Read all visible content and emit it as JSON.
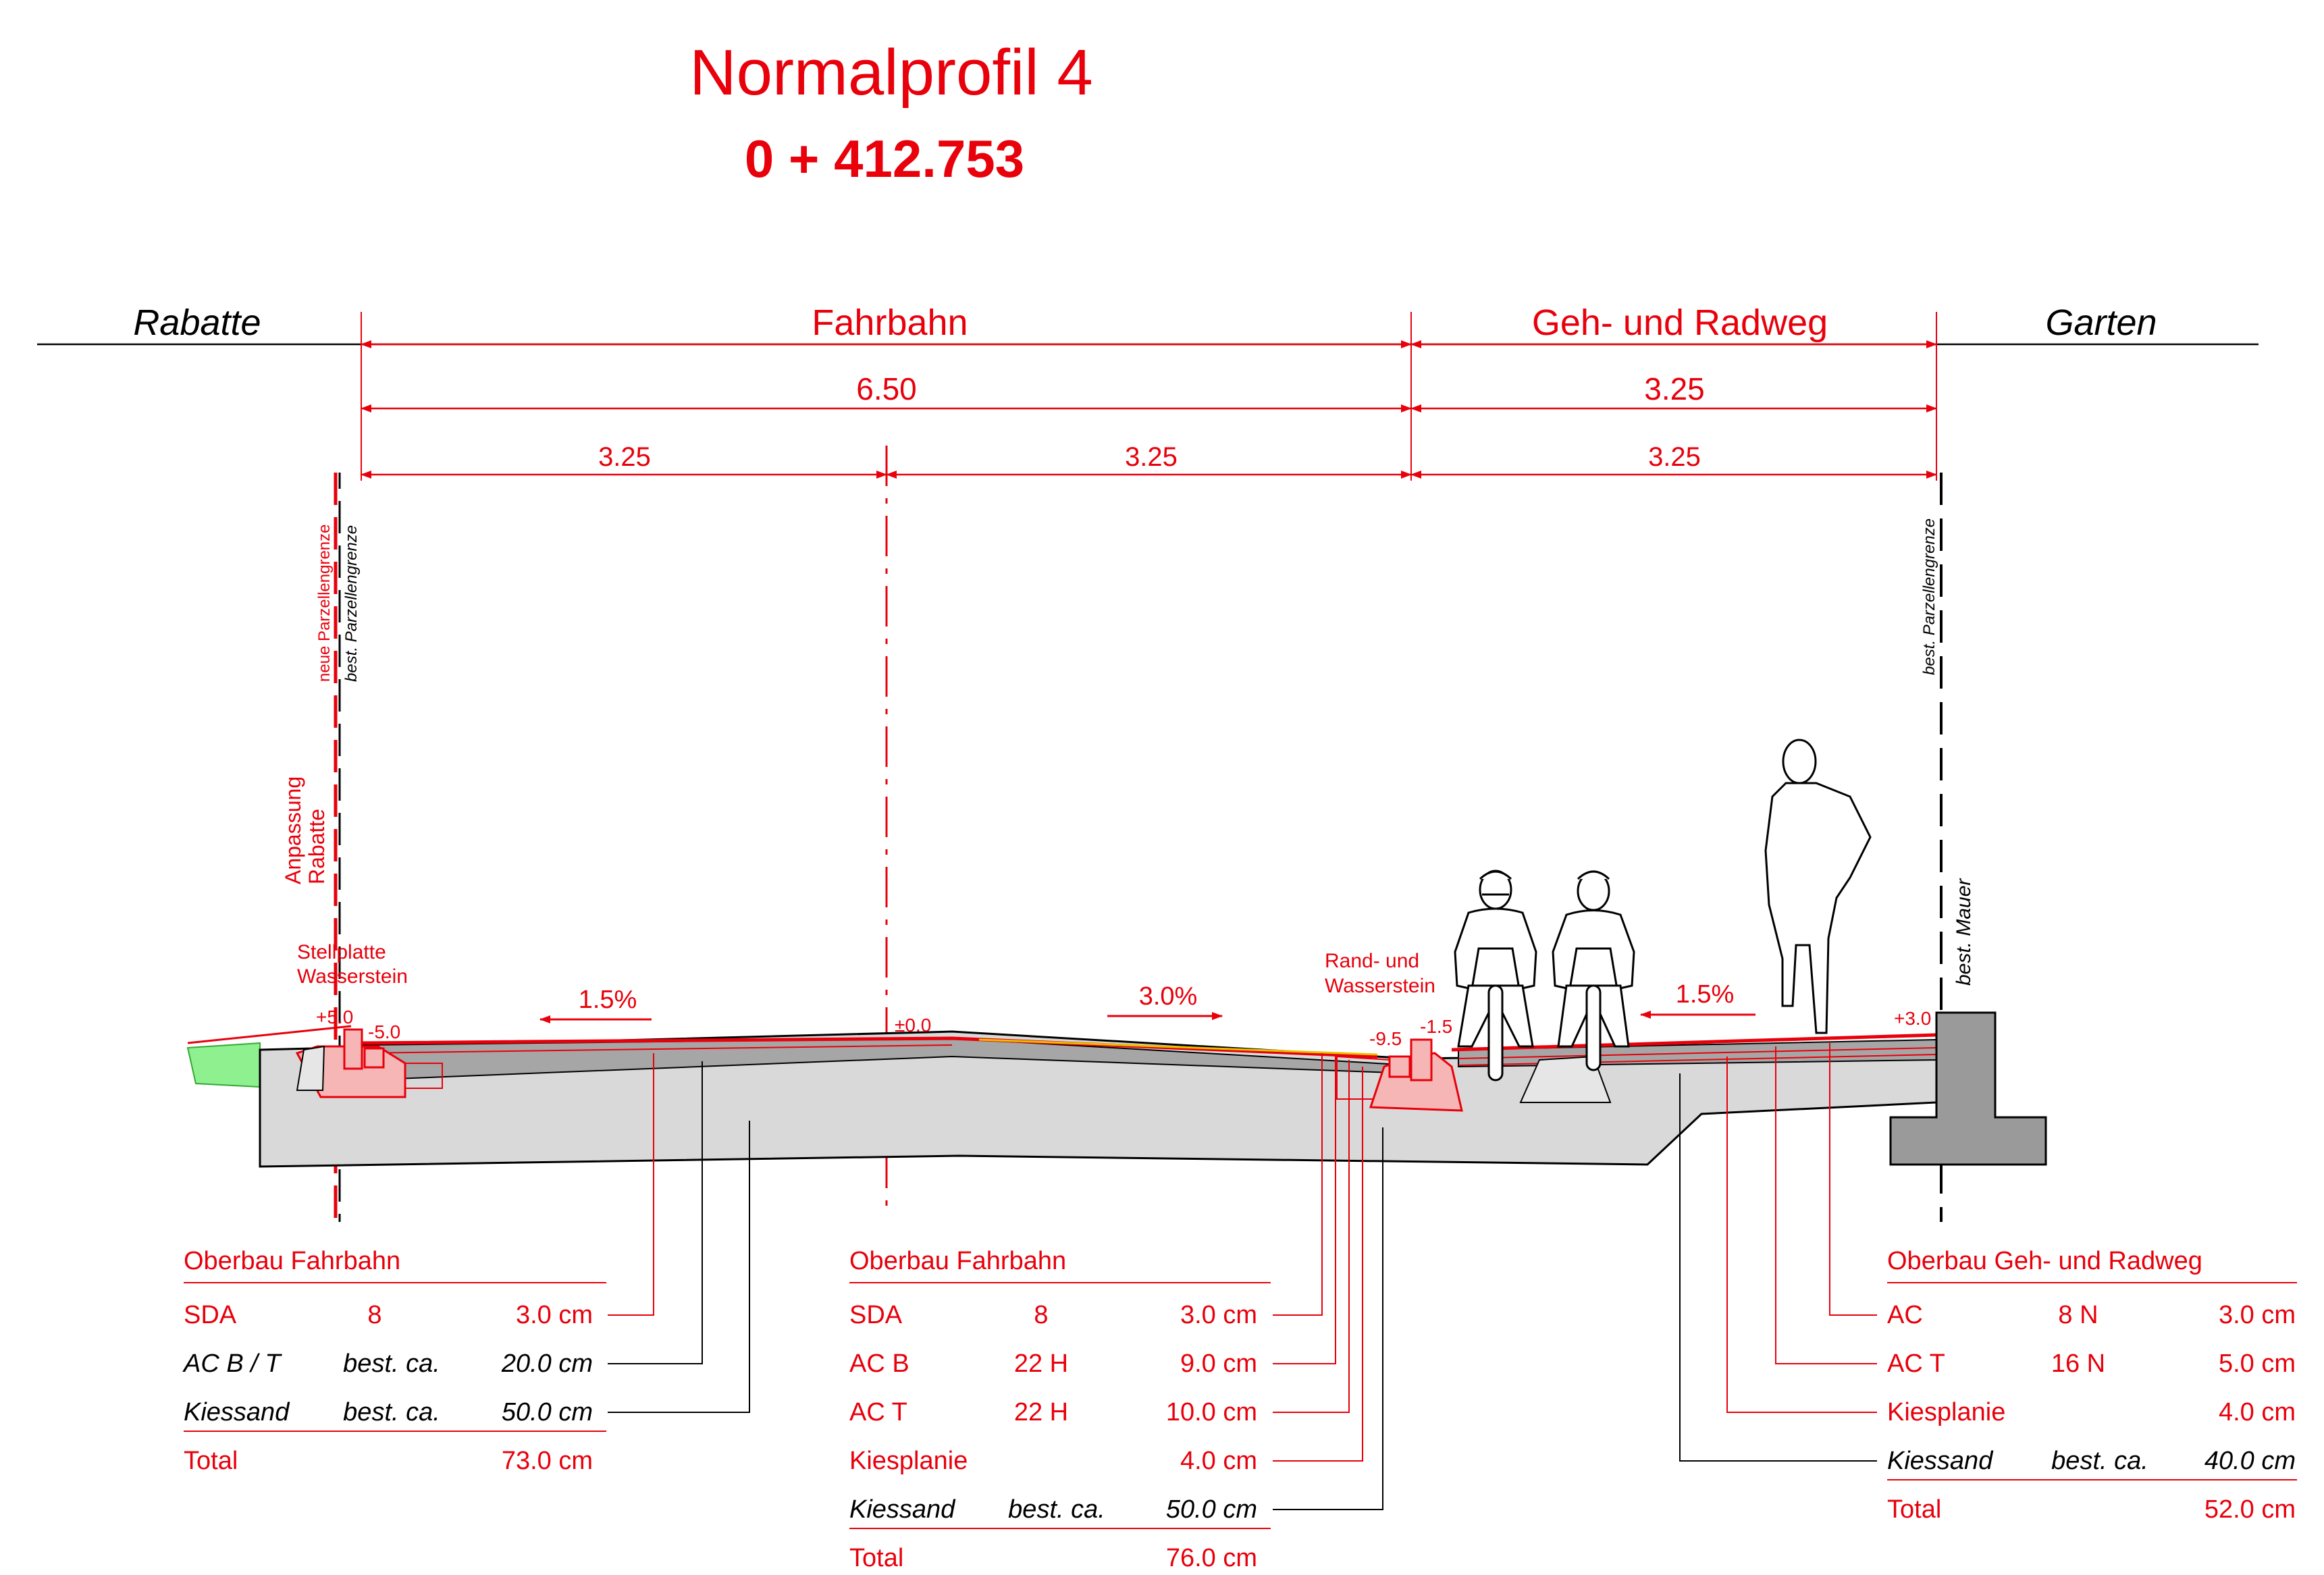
{
  "title": "Normalprofil 4",
  "station": "0 + 412.753",
  "zones": {
    "rabatte": "Rabatte",
    "fahrbahn": "Fahrbahn",
    "gehweg": "Geh- und Radweg",
    "garten": "Garten"
  },
  "dims": {
    "fahrbahn_total": "6.50",
    "gehweg_total": "3.25",
    "lane_left": "3.25",
    "lane_right": "3.25",
    "gehweg_part": "3.25"
  },
  "side_labels": {
    "neue_parzelle": "neue Parzellengrenze",
    "best_parzelle_left": "best. Parzellengrenze",
    "best_parzelle_right": "best. Parzellengrenze",
    "anpassung_1": "Anpassung",
    "anpassung_2": "Rabatte",
    "best_mauer": "best. Mauer"
  },
  "elements": {
    "stellplatte_1": "Stellplatte",
    "stellplatte_2": "Wasserstein",
    "rand_1": "Rand- und",
    "rand_2": "Wasserstein"
  },
  "slopes": {
    "left": "1.5%",
    "right": "3.0%",
    "gehweg": "1.5%"
  },
  "heights": {
    "h_plus5": "+5.0",
    "h_minus5": "-5.0",
    "h_zero": "±0.0",
    "h_minus95": "-9.5",
    "h_minus15": "-1.5",
    "h_plus3": "+3.0"
  },
  "colors": {
    "annotation_red": "#e8000b",
    "subbase_grey": "#d9d9d9",
    "base_grey": "#a6a6a6",
    "wall_grey": "#9a9a9a",
    "curb_pink": "#f6b6b6",
    "grass_green": "#8ff08f"
  },
  "tables": [
    {
      "title": "Oberbau Fahrbahn",
      "rows": [
        {
          "name": "SDA",
          "spec": "8",
          "value": "3.0 cm",
          "existing": false
        },
        {
          "name": "AC B / T",
          "spec": "best. ca.",
          "value": "20.0 cm",
          "existing": true
        },
        {
          "name": "Kiessand",
          "spec": "best. ca.",
          "value": "50.0 cm",
          "existing": true
        }
      ],
      "total_label": "Total",
      "total_value": "73.0 cm"
    },
    {
      "title": "Oberbau Fahrbahn",
      "rows": [
        {
          "name": "SDA",
          "spec": "8",
          "value": "3.0 cm",
          "existing": false
        },
        {
          "name": "AC B",
          "spec": "22 H",
          "value": "9.0 cm",
          "existing": false
        },
        {
          "name": "AC T",
          "spec": "22 H",
          "value": "10.0 cm",
          "existing": false
        },
        {
          "name": "Kiesplanie",
          "spec": "",
          "value": "4.0 cm",
          "existing": false
        },
        {
          "name": "Kiessand",
          "spec": "best. ca.",
          "value": "50.0 cm",
          "existing": true
        }
      ],
      "total_label": "Total",
      "total_value": "76.0 cm"
    },
    {
      "title": "Oberbau Geh- und Radweg",
      "rows": [
        {
          "name": "AC",
          "spec": "8 N",
          "value": "3.0 cm",
          "existing": false
        },
        {
          "name": "AC T",
          "spec": "16 N",
          "value": "5.0 cm",
          "existing": false
        },
        {
          "name": "Kiesplanie",
          "spec": "",
          "value": "4.0 cm",
          "existing": false
        },
        {
          "name": "Kiessand",
          "spec": "best. ca.",
          "value": "40.0 cm",
          "existing": true
        }
      ],
      "total_label": "Total",
      "total_value": "52.0 cm"
    }
  ]
}
